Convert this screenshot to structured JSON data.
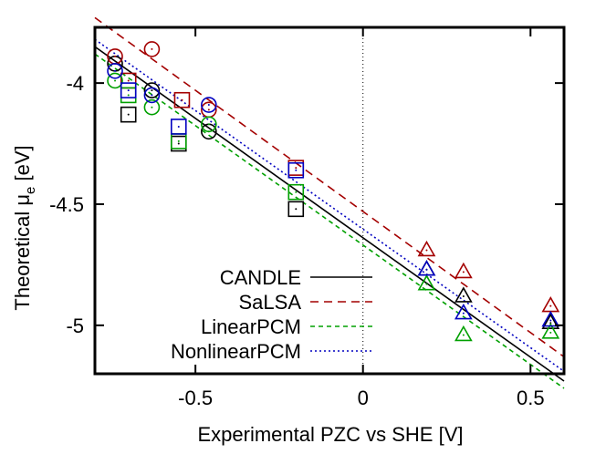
{
  "chart_data": {
    "type": "scatter",
    "xlabel": "Experimental PZC vs SHE [V]",
    "ylabel": {
      "main": "Theoretical μ",
      "sub": "e",
      "unit": " [eV]"
    },
    "xlim": [
      -0.8,
      0.6
    ],
    "ylim": [
      -5.2,
      -3.77
    ],
    "x_ticks": [
      {
        "value": -0.5,
        "label": "-0.5"
      },
      {
        "value": 0,
        "label": "0"
      },
      {
        "value": 0.5,
        "label": "0.5"
      }
    ],
    "y_ticks": [
      {
        "value": -4,
        "label": "-4"
      },
      {
        "value": -4.5,
        "label": "-4.5"
      },
      {
        "value": -5,
        "label": "-5"
      }
    ],
    "zero_line": {
      "x": 0,
      "style": "dotted"
    },
    "legend_position": "bottom-left",
    "series": [
      {
        "name": "CANDLE",
        "color": "#000000",
        "dash": "solid",
        "fit": [
          [
            -0.8,
            -3.85
          ],
          [
            0.6,
            -5.23
          ]
        ],
        "points": [
          {
            "x": -0.74,
            "y": -3.92,
            "marker": "circle"
          },
          {
            "x": -0.63,
            "y": -4.03,
            "marker": "circle"
          },
          {
            "x": -0.46,
            "y": -4.2,
            "marker": "circle"
          },
          {
            "x": -0.7,
            "y": -4.13,
            "marker": "square"
          },
          {
            "x": -0.55,
            "y": -4.25,
            "marker": "square"
          },
          {
            "x": -0.2,
            "y": -4.52,
            "marker": "square"
          },
          {
            "x": 0.19,
            "y": -4.77,
            "marker": "triangle"
          },
          {
            "x": 0.3,
            "y": -4.88,
            "marker": "triangle"
          },
          {
            "x": 0.56,
            "y": -4.99,
            "marker": "triangle"
          }
        ]
      },
      {
        "name": "SaLSA",
        "color": "#a40000",
        "dash": "dashed",
        "fit": [
          [
            -0.8,
            -3.73
          ],
          [
            0.6,
            -5.13
          ]
        ],
        "points": [
          {
            "x": -0.74,
            "y": -3.89,
            "marker": "circle"
          },
          {
            "x": -0.63,
            "y": -3.86,
            "marker": "circle"
          },
          {
            "x": -0.46,
            "y": -4.11,
            "marker": "circle"
          },
          {
            "x": -0.7,
            "y": -3.99,
            "marker": "square"
          },
          {
            "x": -0.54,
            "y": -4.07,
            "marker": "square"
          },
          {
            "x": -0.2,
            "y": -4.35,
            "marker": "square"
          },
          {
            "x": 0.19,
            "y": -4.69,
            "marker": "triangle"
          },
          {
            "x": 0.3,
            "y": -4.78,
            "marker": "triangle"
          },
          {
            "x": 0.56,
            "y": -4.92,
            "marker": "triangle"
          }
        ]
      },
      {
        "name": "LinearPCM",
        "color": "#00a000",
        "dash": "dashed",
        "fit": [
          [
            -0.8,
            -3.88
          ],
          [
            0.6,
            -5.26
          ]
        ],
        "points": [
          {
            "x": -0.74,
            "y": -3.99,
            "marker": "circle"
          },
          {
            "x": -0.63,
            "y": -4.1,
            "marker": "circle"
          },
          {
            "x": -0.46,
            "y": -4.17,
            "marker": "circle"
          },
          {
            "x": -0.7,
            "y": -4.05,
            "marker": "square"
          },
          {
            "x": -0.55,
            "y": -4.24,
            "marker": "square"
          },
          {
            "x": -0.2,
            "y": -4.45,
            "marker": "square"
          },
          {
            "x": 0.19,
            "y": -4.83,
            "marker": "triangle"
          },
          {
            "x": 0.3,
            "y": -5.04,
            "marker": "triangle"
          },
          {
            "x": 0.56,
            "y": -5.03,
            "marker": "triangle"
          }
        ]
      },
      {
        "name": "NonlinearPCM",
        "color": "#0000c0",
        "dash": "dotted",
        "fit": [
          [
            -0.8,
            -3.82
          ],
          [
            0.6,
            -5.19
          ]
        ],
        "points": [
          {
            "x": -0.74,
            "y": -3.95,
            "marker": "circle"
          },
          {
            "x": -0.63,
            "y": -4.05,
            "marker": "circle"
          },
          {
            "x": -0.46,
            "y": -4.09,
            "marker": "circle"
          },
          {
            "x": -0.7,
            "y": -4.03,
            "marker": "square"
          },
          {
            "x": -0.55,
            "y": -4.18,
            "marker": "square"
          },
          {
            "x": -0.2,
            "y": -4.36,
            "marker": "square"
          },
          {
            "x": 0.19,
            "y": -4.77,
            "marker": "triangle"
          },
          {
            "x": 0.3,
            "y": -4.95,
            "marker": "triangle"
          },
          {
            "x": 0.56,
            "y": -4.98,
            "marker": "triangle"
          }
        ]
      }
    ]
  }
}
